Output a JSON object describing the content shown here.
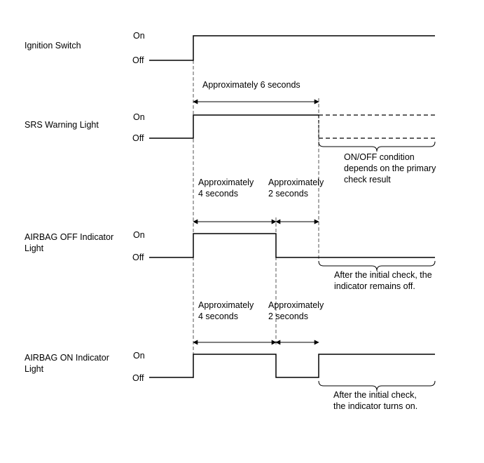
{
  "signals": [
    {
      "label_lines": [
        "Ignition Switch"
      ],
      "on": "On",
      "off": "Off"
    },
    {
      "label_lines": [
        "SRS Warning Light"
      ],
      "on": "On",
      "off": "Off"
    },
    {
      "label_lines": [
        "AIRBAG OFF Indicator",
        "Light"
      ],
      "on": "On",
      "off": "Off"
    },
    {
      "label_lines": [
        "AIRBAG ON Indicator",
        "Light"
      ],
      "on": "On",
      "off": "Off"
    }
  ],
  "intervals": {
    "six_sec": "Approximately 6 seconds",
    "off_first": [
      "Approximately",
      "4 seconds"
    ],
    "off_second": [
      "Approximately",
      "2 seconds"
    ],
    "on_first": [
      "Approximately",
      "4 seconds"
    ],
    "on_second": [
      "Approximately",
      "2 seconds"
    ]
  },
  "notes": {
    "srs": [
      "ON/OFF condition",
      "depends on the primary",
      "check result"
    ],
    "airbag_off": [
      "After the initial check, the",
      "indicator remains off."
    ],
    "airbag_on": [
      "After the initial check,",
      "the indicator turns on."
    ]
  }
}
